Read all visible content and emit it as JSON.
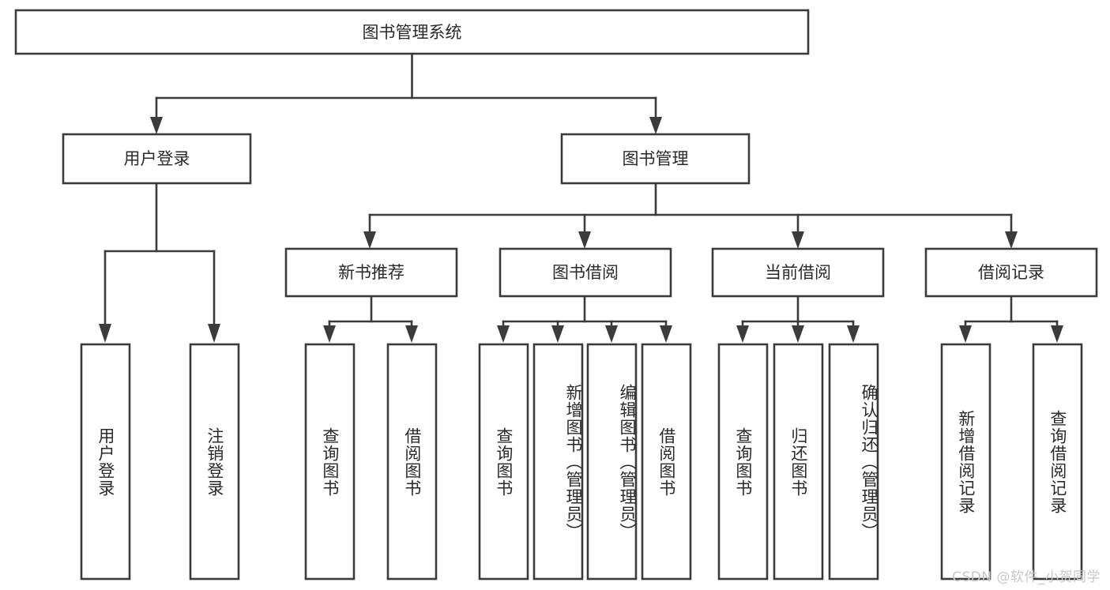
{
  "diagram": {
    "title": "图书管理系统",
    "watermark": "CSDN @软件_小贺同学",
    "root": {
      "label": "图书管理系统"
    },
    "level2": [
      {
        "label": "用户登录"
      },
      {
        "label": "图书管理"
      }
    ],
    "level3": [
      {
        "label": "新书推荐"
      },
      {
        "label": "图书借阅"
      },
      {
        "label": "当前借阅"
      },
      {
        "label": "借阅记录"
      }
    ],
    "leaves": {
      "user_login": [
        {
          "label": "用户登录"
        },
        {
          "label": "注销登录"
        }
      ],
      "new_book_recommend": [
        {
          "label": "查询图书"
        },
        {
          "label": "借阅图书"
        }
      ],
      "book_borrow": [
        {
          "label": "查询图书"
        },
        {
          "label": "新增图书（管理员）"
        },
        {
          "label": "编辑图书（管理员）"
        },
        {
          "label": "借阅图书"
        }
      ],
      "current_borrow": [
        {
          "label": "查询图书"
        },
        {
          "label": "归还图书"
        },
        {
          "label": "确认归还（管理员）"
        }
      ],
      "borrow_record": [
        {
          "label": "新增借阅记录"
        },
        {
          "label": "查询借阅记录"
        }
      ]
    },
    "colors": {
      "stroke": "#3b3b3b",
      "fill": "#ffffff",
      "text": "#2a2a2a",
      "watermark": "#c8c8c8"
    }
  }
}
